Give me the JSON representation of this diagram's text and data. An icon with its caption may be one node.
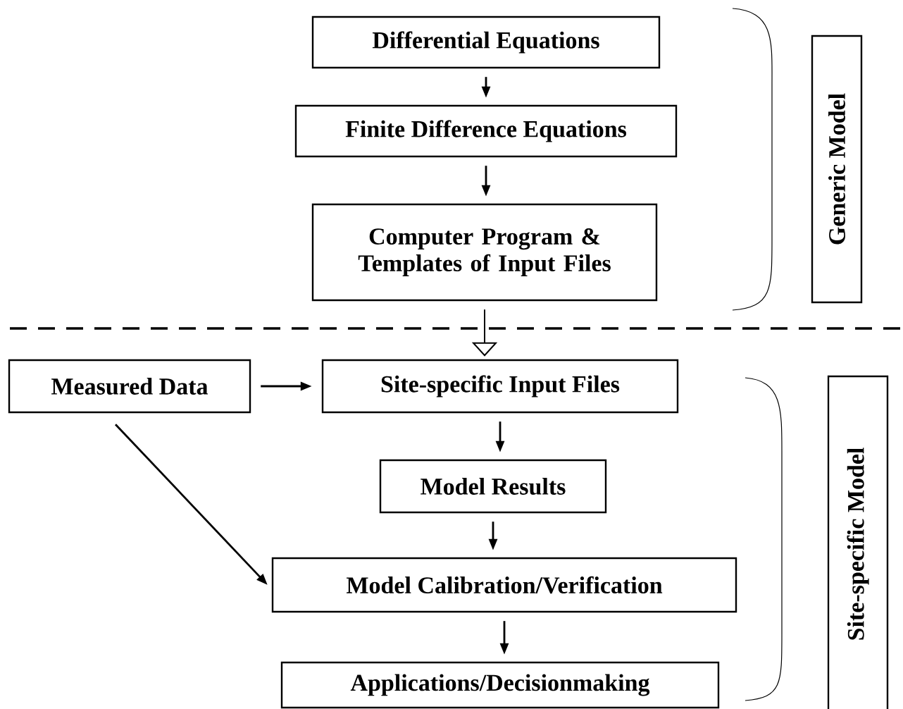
{
  "diagram": {
    "nodes": [
      {
        "text": [
          "Differential Equations"
        ]
      },
      {
        "text": [
          "Finite Difference Equations"
        ]
      },
      {
        "text": [
          "Computer Program & Templates of Input Files"
        ]
      },
      {
        "text": [
          "Generic Model"
        ]
      },
      {
        "text": [
          "Measured Data"
        ]
      },
      {
        "text": [
          "Site-specific Input Files"
        ]
      },
      {
        "text": [
          "Model Results"
        ]
      },
      {
        "text": [
          "Model Calibration/Verification"
        ]
      },
      {
        "text": [
          "Applications/Decisionmaking"
        ]
      },
      {
        "text": [
          "Site-specific Model"
        ]
      }
    ],
    "edges": [
      {
        "from": 0,
        "to": 1,
        "arrow": "to"
      },
      {
        "from": 1,
        "to": 2,
        "arrow": "to"
      },
      {
        "from": 2,
        "to": 5,
        "arrow": "to"
      },
      {
        "from": 4,
        "to": 5,
        "arrow": "to"
      },
      {
        "from": 5,
        "to": 6,
        "arrow": "to"
      },
      {
        "from": 6,
        "to": 7,
        "arrow": "to"
      },
      {
        "from": 4,
        "to": 7,
        "arrow": "to"
      },
      {
        "from": 7,
        "to": 8,
        "arrow": "to"
      }
    ]
  }
}
